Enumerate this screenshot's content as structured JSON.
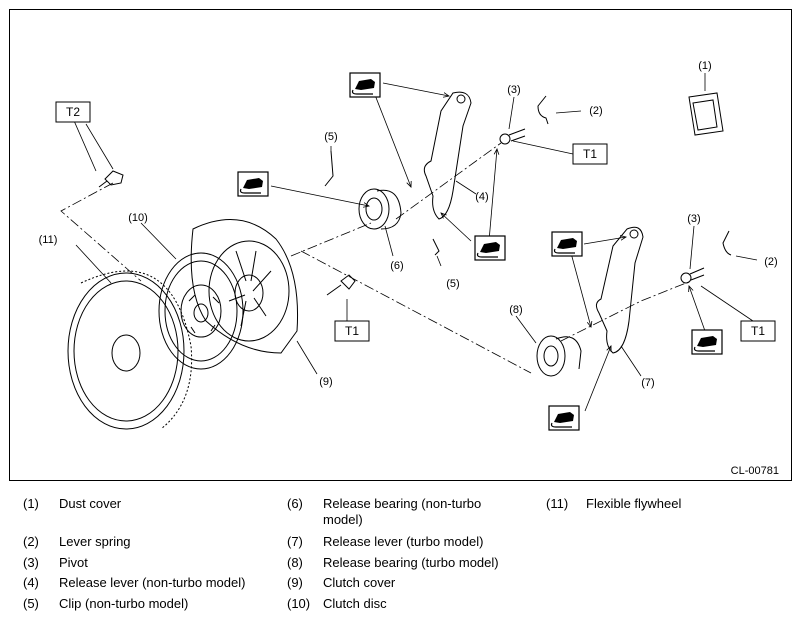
{
  "diagram": {
    "reference_code": "CL-00781",
    "callouts": {
      "c1": "(1)",
      "c2a": "(2)",
      "c2b": "(2)",
      "c3a": "(3)",
      "c3b": "(3)",
      "c4": "(4)",
      "c5a": "(5)",
      "c5b": "(5)",
      "c6": "(6)",
      "c7": "(7)",
      "c8": "(8)",
      "c9": "(9)",
      "c10": "(10)",
      "c11": "(11)"
    },
    "torque_boxes": {
      "t2": "T2",
      "t1a": "T1",
      "t1b": "T1",
      "t1c": "T1"
    }
  },
  "legend": [
    {
      "num": "(1)",
      "text": "Dust cover"
    },
    {
      "num": "(2)",
      "text": "Lever spring"
    },
    {
      "num": "(3)",
      "text": "Pivot"
    },
    {
      "num": "(4)",
      "text": "Release lever (non-turbo model)"
    },
    {
      "num": "(5)",
      "text": "Clip (non-turbo model)"
    },
    {
      "num": "(6)",
      "text": "Release bearing (non-turbo model)"
    },
    {
      "num": "(7)",
      "text": "Release lever (turbo model)"
    },
    {
      "num": "(8)",
      "text": "Release bearing (turbo model)"
    },
    {
      "num": "(9)",
      "text": "Clutch cover"
    },
    {
      "num": "(10)",
      "text": "Clutch disc"
    },
    {
      "num": "(11)",
      "text": "Flexible flywheel"
    }
  ]
}
